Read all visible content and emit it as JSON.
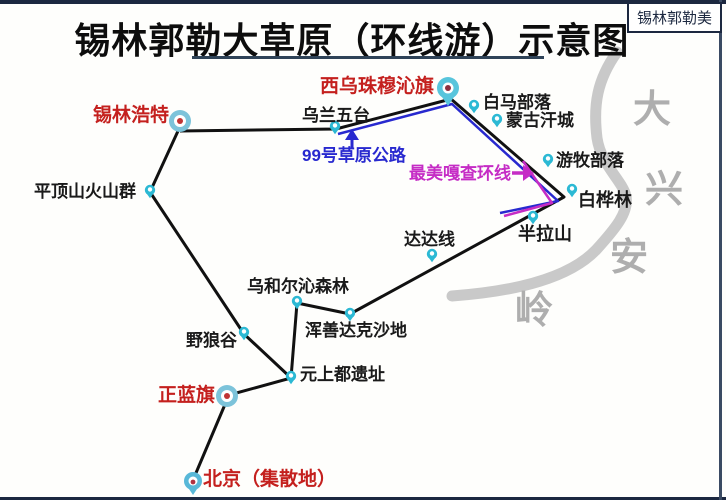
{
  "header": {
    "title": "锡林郭勒大草原（环线游）示意图",
    "watermark": "锡林郭勒美"
  },
  "route_labels": {
    "highway": "99号草原公路",
    "scenic_route": "最美嘎查环线"
  },
  "mountain_range": {
    "name": "大兴安岭",
    "chars": [
      "大",
      "兴",
      "安",
      "岭"
    ]
  },
  "locations": {
    "xilinhot": "锡林浩特",
    "xiwuqi": "西乌珠穆沁旗",
    "wulanwutai": "乌兰五台",
    "baima": "白马部落",
    "mengguhancheng": "蒙古汗城",
    "youmubuluo": "游牧部落",
    "baihualin": "白桦林",
    "banlashan": "半拉山",
    "dadaxian": "达达线",
    "pingdingshan": "平顶山火山群",
    "wuheerqin": "乌和尔沁森林",
    "hunshandake": "浑善达克沙地",
    "yelanggu": "野狼谷",
    "yuanshangdu": "元上都遗址",
    "zhenglanqi": "正蓝旗",
    "beijing": "北京（集散地）"
  },
  "colors": {
    "frame_navy": "#1c2840",
    "route_black": "#111111",
    "highway_blue": "#2829cf",
    "scenic_magenta": "#c52cc5",
    "label_red": "#c4201e",
    "marker_cyan": "#2cb9d4",
    "marker_lightblue": "#7cc3da",
    "mountain_gray": "#c9c9c9"
  }
}
